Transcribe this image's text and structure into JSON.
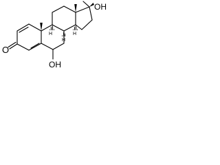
{
  "figure": {
    "labels": {
      "ketone_o": "O",
      "oh_17": "OH",
      "oh_6": "OH",
      "h_8": "H",
      "h_9": "H",
      "h_14": "H"
    }
  }
}
